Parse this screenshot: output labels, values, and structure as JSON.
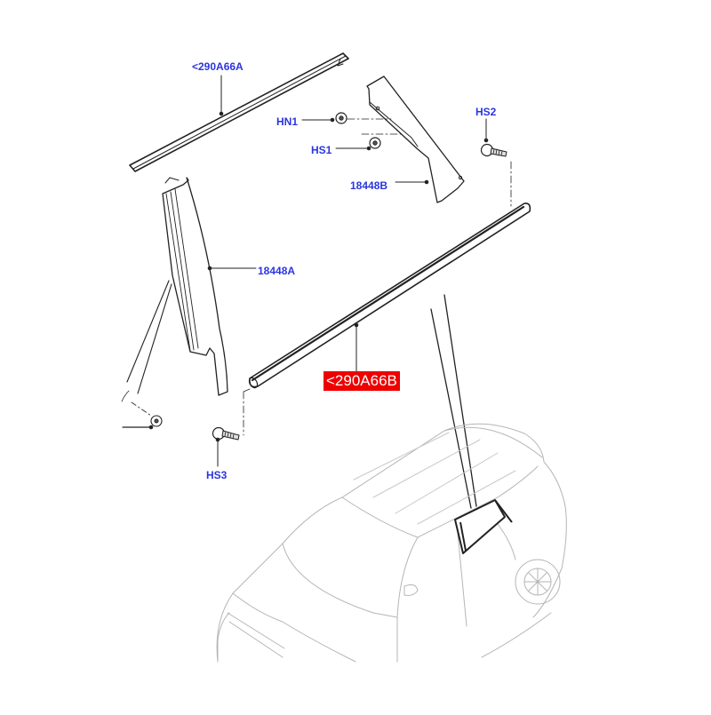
{
  "diagram": {
    "type": "exploded-parts-diagram",
    "subject": "Rear door window frame moldings and B/C-pillar finishers",
    "colors": {
      "label": "#2a35e0",
      "highlight_bg": "#ee0000",
      "highlight_text": "#ffffff",
      "line": "#222222",
      "vehicle_line": "#b8b8b8"
    },
    "callouts": [
      {
        "id": "c1",
        "label": "<290A66A",
        "highlighted": false
      },
      {
        "id": "c2",
        "label": "HN1",
        "highlighted": false
      },
      {
        "id": "c3",
        "label": "HS1",
        "highlighted": false
      },
      {
        "id": "c4",
        "label": "HS2",
        "highlighted": false
      },
      {
        "id": "c5",
        "label": "18448B",
        "highlighted": false
      },
      {
        "id": "c6",
        "label": "18448A",
        "highlighted": false
      },
      {
        "id": "c7",
        "label": "<290A66B",
        "highlighted": true
      },
      {
        "id": "c8",
        "label": "HS3",
        "highlighted": false
      }
    ]
  }
}
